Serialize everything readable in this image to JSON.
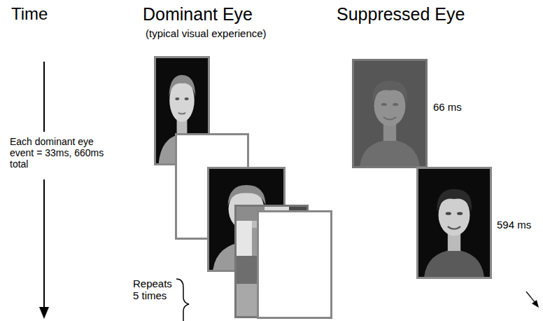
{
  "diagram": {
    "labels": [
      "Time",
      "Dominant Eye",
      "(typical visual experience)",
      "Suppressed Eye",
      "Each dominant eye event = 33ms, 660ms total",
      "66 ms",
      "594 ms",
      "Repeats 5 times"
    ]
  }
}
